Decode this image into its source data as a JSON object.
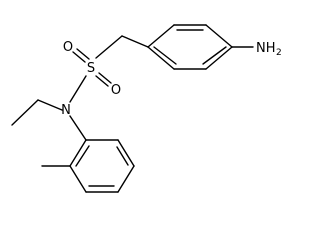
{
  "molecule": {
    "atoms": {
      "sulfur": "S",
      "oxygen_upper": "O",
      "oxygen_lower": "O",
      "nitrogen": "N",
      "amine_n": "NH",
      "amine_h_count": "2"
    }
  }
}
